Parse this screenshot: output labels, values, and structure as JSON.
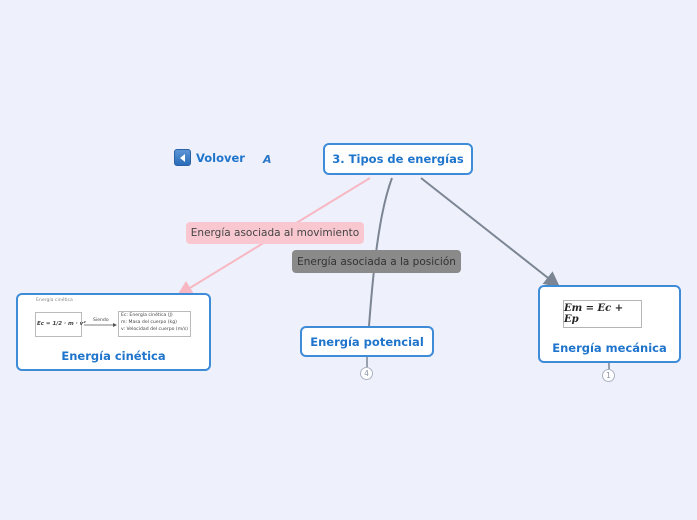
{
  "back_link": {
    "label": "Volover",
    "icon": "back-arrow-icon"
  },
  "logo": {
    "text": "A",
    "icon": "mindomo-logo-icon"
  },
  "root": {
    "label": "3. Tipos de energías"
  },
  "relations": {
    "movimiento": "Energía asociada al movimiento",
    "posicion": "Energía asociada a la posición"
  },
  "nodes": {
    "cinetica": {
      "label": "Energía cinética",
      "image": {
        "header": "Energía cinética",
        "formula": "Ec = 1/2 · m · v²",
        "arrow_label": "Siendo",
        "legend": [
          "Ec: Energía cinética (J)",
          "m: Masa del cuerpo (kg)",
          "v: Velocidad del cuerpo (m/s)"
        ]
      }
    },
    "potencial": {
      "label": "Energía potencial",
      "badge": "4"
    },
    "mecanica": {
      "label": "Energía mecánica",
      "badge": "1",
      "formula": "Em = Ec + Ep"
    }
  },
  "colors": {
    "background": "#eef1fb",
    "node_border": "#3e8bd8",
    "node_text": "#1f74cc",
    "pink_link": "#f9c7d0",
    "gray_link": "#8a8a8a"
  }
}
